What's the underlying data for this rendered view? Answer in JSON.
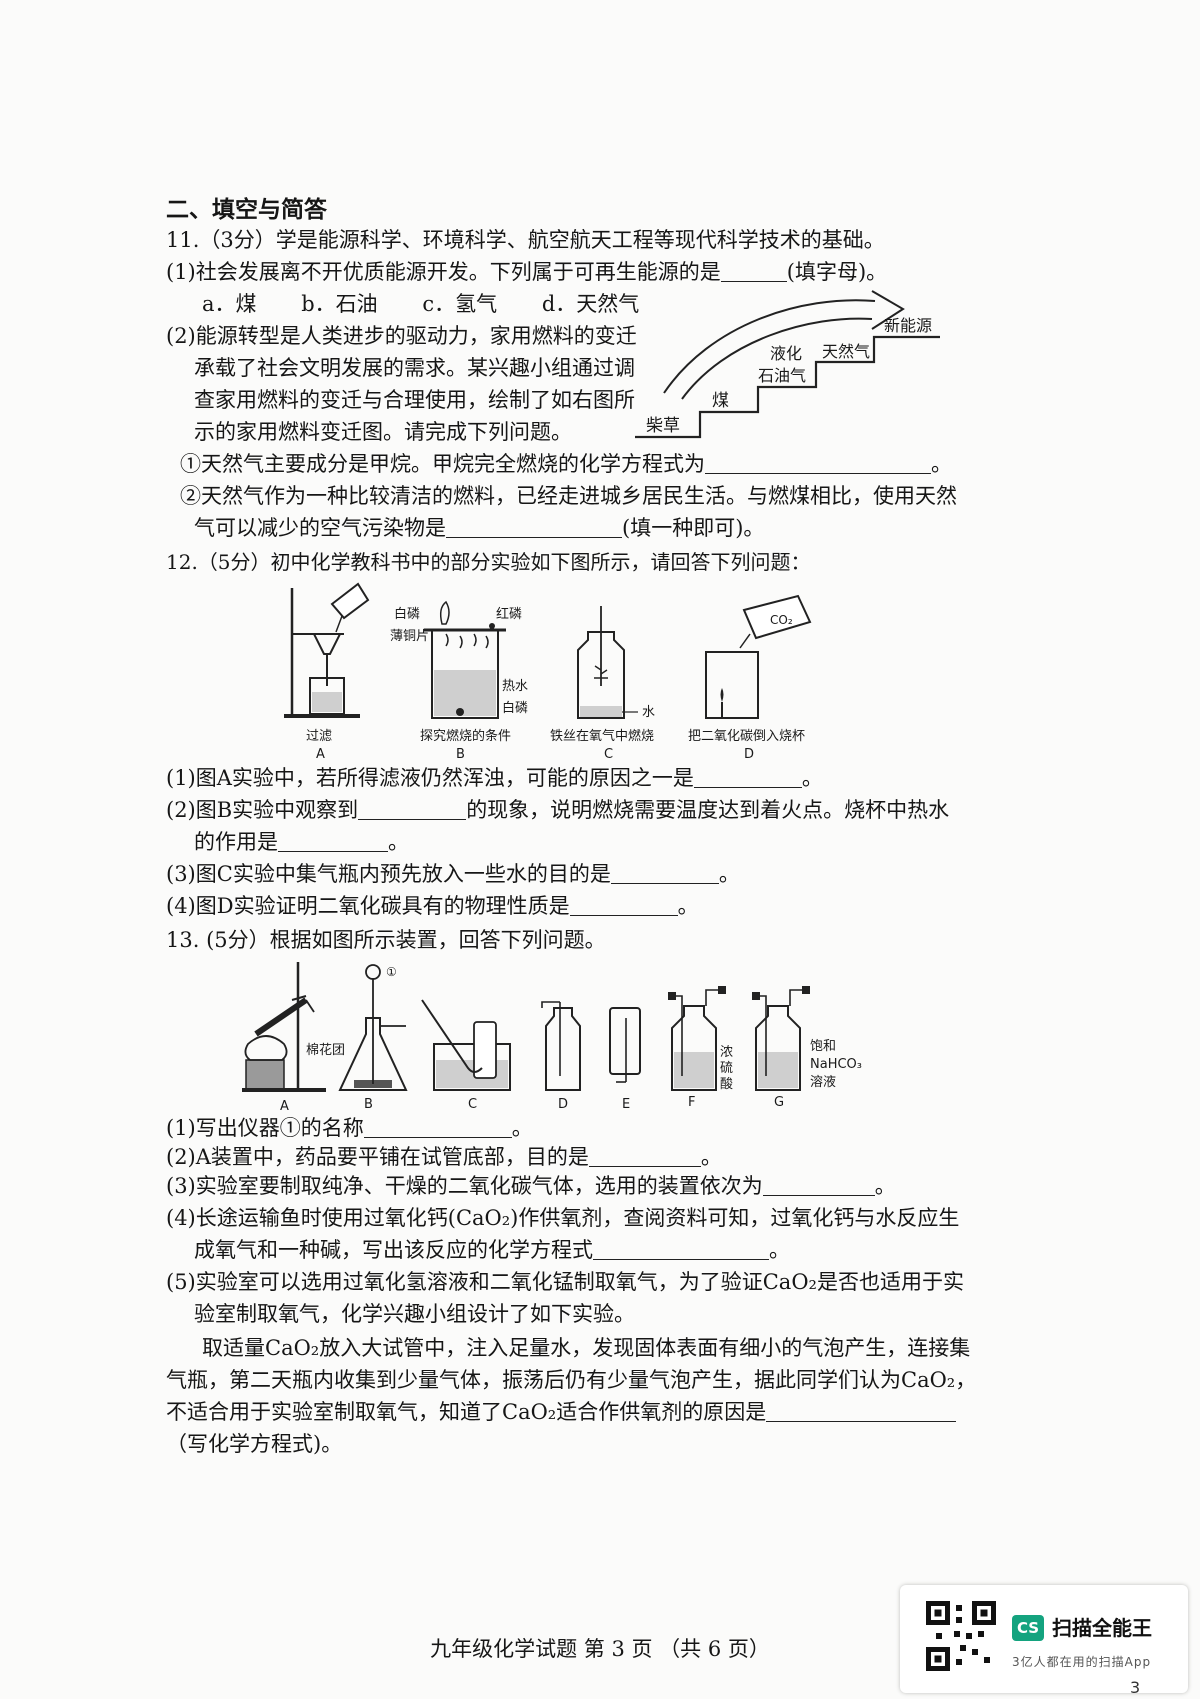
{
  "section": {
    "title": "二、填空与简答"
  },
  "q11": {
    "stem": "11.（3分）学是能源科学、环境科学、航空航天工程等现代科学技术的基础。",
    "p1": "(1)社会发展离不开优质能源开发。下列属于可再生能源的是",
    "p1_tail": "(填字母)。",
    "options": [
      "a．煤",
      "b．石油",
      "c．氢气",
      "d．天然气"
    ],
    "p2_lines": [
      "(2)能源转型是人类进步的驱动力，家用燃料的变迁",
      "承载了社会文明发展的需求。某兴趣小组通过调",
      "查家用燃料的变迁与合理使用，绘制了如右图所",
      "示的家用燃料变迁图。请完成下列问题。"
    ],
    "sub1": "①天然气主要成分是甲烷。甲烷完全燃烧的化学方程式为",
    "sub1_tail": "。",
    "sub2_a": "②天然气作为一种比较清洁的燃料，已经走进城乡居民生活。与燃煤相比，使用天然",
    "sub2_b": "气可以减少的空气污染物是",
    "sub2_tail": "(填一种即可)。",
    "fuel_chart": {
      "steps": [
        "柴草",
        "煤",
        "液化",
        "石油气",
        "天然气",
        "新能源"
      ]
    }
  },
  "q12": {
    "stem": "12.（5分）初中化学教科书中的部分实验如下图所示，请回答下列问题：",
    "fig": {
      "captions": [
        "过滤",
        "探究燃烧的条件",
        "铁丝在氧气中燃烧",
        "把二氧化碳倒入烧杯"
      ],
      "letters": [
        "A",
        "B",
        "C",
        "D"
      ],
      "labels": {
        "white_p": "白磷",
        "red_p": "红磷",
        "copper": "薄铜片",
        "hot_water": "热水",
        "white_p2": "白磷",
        "water": "水",
        "co2": "CO₂"
      }
    },
    "p1": "(1)图A实验中，若所得滤液仍然浑浊，可能的原因之一是",
    "p1_tail": "。",
    "p2_a": "(2)图B实验中观察到",
    "p2_b": "的现象，说明燃烧需要温度达到着火点。烧杯中热水",
    "p2_c": "的作用是",
    "p2_tail": "。",
    "p3": "(3)图C实验中集气瓶内预先放入一些水的目的是",
    "p3_tail": "。",
    "p4": "(4)图D实验证明二氧化碳具有的物理性质是",
    "p4_tail": "。"
  },
  "q13": {
    "stem": "13.  (5分）根据如图所示装置，回答下列问题。",
    "fig": {
      "letters": [
        "A",
        "B",
        "C",
        "D",
        "E",
        "F",
        "G"
      ],
      "labels": {
        "cotton": "棉花团",
        "mark1": "①",
        "acid1": "浓",
        "acid2": "硫",
        "acid3": "酸",
        "sol1": "饱和",
        "sol2": "NaHCO₃",
        "sol3": "溶液"
      }
    },
    "p1": "(1)写出仪器①的名称",
    "p1_tail": "。",
    "p2": "(2)A装置中，药品要平铺在试管底部，目的是",
    "p2_tail": "。",
    "p3": "(3)实验室要制取纯净、干燥的二氧化碳气体，选用的装置依次为",
    "p3_tail": "。",
    "p4_a": "(4)长途运输鱼时使用过氧化钙(CaO₂)作供氧剂，查阅资料可知，过氧化钙与水反应生",
    "p4_b": "成氧气和一种碱，写出该反应的化学方程式",
    "p4_tail": "。",
    "p5_a": "(5)实验室可以选用过氧化氢溶液和二氧化锰制取氧气，为了验证CaO₂是否也适用于实",
    "p5_b": "验室制取氧气，化学兴趣小组设计了如下实验。",
    "p5_c": "取适量CaO₂放入大试管中，注入足量水，发现固体表面有细小的气泡产生，连接集",
    "p5_d": "气瓶，第二天瓶内收集到少量气体，振荡后仍有少量气泡产生，据此同学们认为CaO₂，",
    "p5_e": "不适合用于实验室制取氧气，知道了CaO₂适合作供氧剂的原因是",
    "p5_f": "（写化学方程式)。"
  },
  "footer": "九年级化学试题   第 3 页  （共 6 页）",
  "watermark": {
    "app_name": "扫描全能王",
    "tagline": "3亿人都在用的扫描App",
    "logo": "CS"
  },
  "page_mark": "3"
}
